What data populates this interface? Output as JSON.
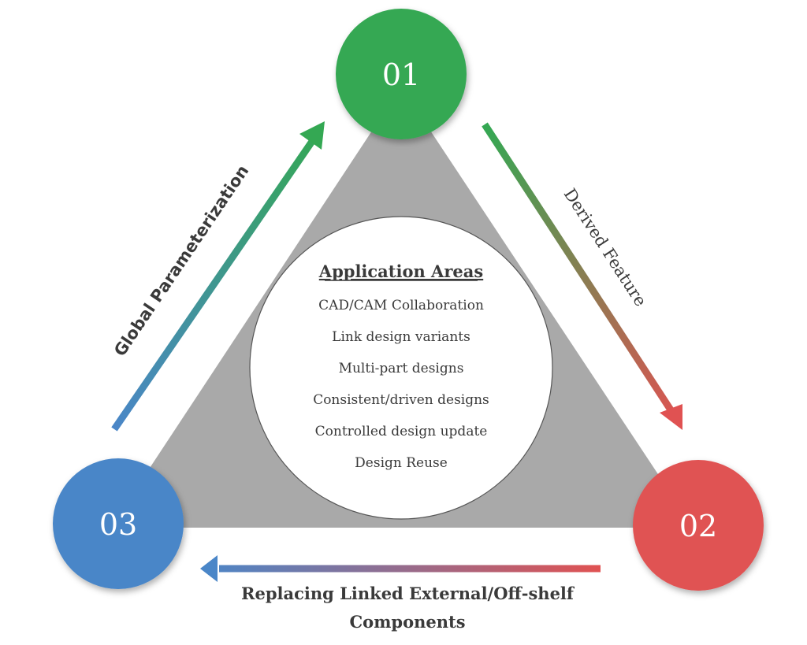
{
  "nodes": [
    {
      "id": "01",
      "label": "01",
      "color": "#34a853"
    },
    {
      "id": "02",
      "label": "02",
      "color": "#e05252"
    },
    {
      "id": "03",
      "label": "03",
      "color": "#4a86c8"
    }
  ],
  "center": {
    "title": "Application Areas",
    "items": [
      "CAD/CAM Collaboration",
      "Link design variants",
      "Multi-part designs",
      "Consistent/driven designs",
      "Controlled design update",
      "Design Reuse"
    ]
  },
  "arrows": {
    "left": {
      "label": "Global Parameterization",
      "from_color": "#4a86c8",
      "to_color": "#34a853"
    },
    "right": {
      "label": "Derived Feature",
      "from_color": "#34a853",
      "to_color": "#e05252"
    },
    "bottom": {
      "label_line1": "Replacing Linked External/Off-shelf",
      "label_line2": "Components",
      "from_color": "#e05252",
      "to_color": "#4a86c8"
    }
  },
  "colors": {
    "triangle": "#a9a9a9",
    "text": "#3a3a3a"
  }
}
